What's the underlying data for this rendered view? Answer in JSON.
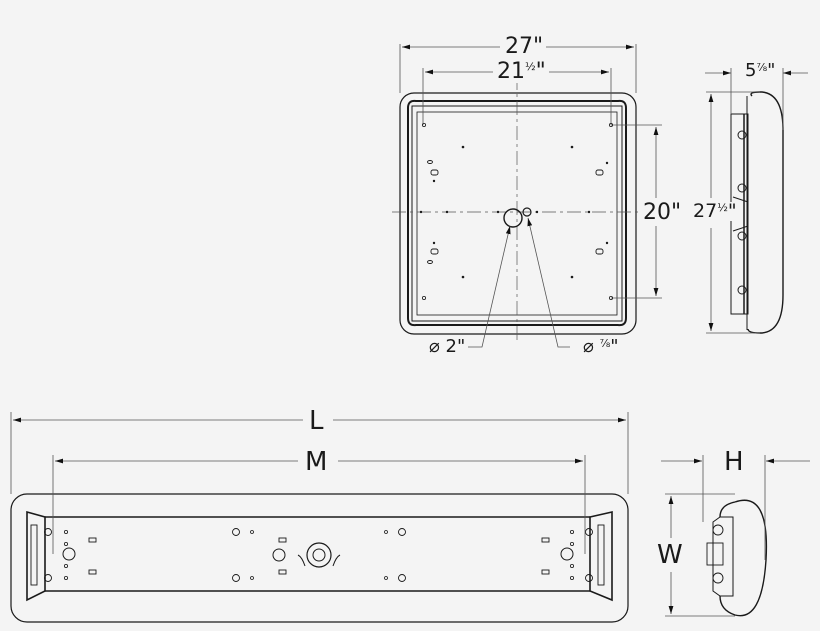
{
  "diagram": {
    "type": "technical dimension drawing",
    "views": {
      "square_top": {
        "outer_width": "27\"",
        "inner_width": "21½\"",
        "height": "20\"",
        "large_hole": "⌀ 2\"",
        "small_hole": "⌀ ⅞\""
      },
      "square_side": {
        "depth": "5⅞\"",
        "length": "27½\""
      },
      "linear_top": {
        "overall_length": "L",
        "mount_length": "M"
      },
      "linear_end": {
        "height": "H",
        "width": "W"
      }
    }
  },
  "labels": {
    "w27": "27\"",
    "w21_main": "21",
    "w21_frac": "½",
    "w21_unit": "\"",
    "h20": "20\"",
    "d5_main": "5",
    "d5_frac": "⅞",
    "d5_unit": "\"",
    "l27_main": "27",
    "l27_frac": "½",
    "l27_unit": "\"",
    "hole_large": "⌀ 2\"",
    "hole_small_sym": "⌀",
    "hole_small_frac": "⅞",
    "hole_small_unit": "\"",
    "L": "L",
    "M": "M",
    "H": "H",
    "W": "W"
  },
  "colors": {
    "line": "#1a1a1a",
    "dim": "#555555",
    "background": "#f4f4f4"
  }
}
